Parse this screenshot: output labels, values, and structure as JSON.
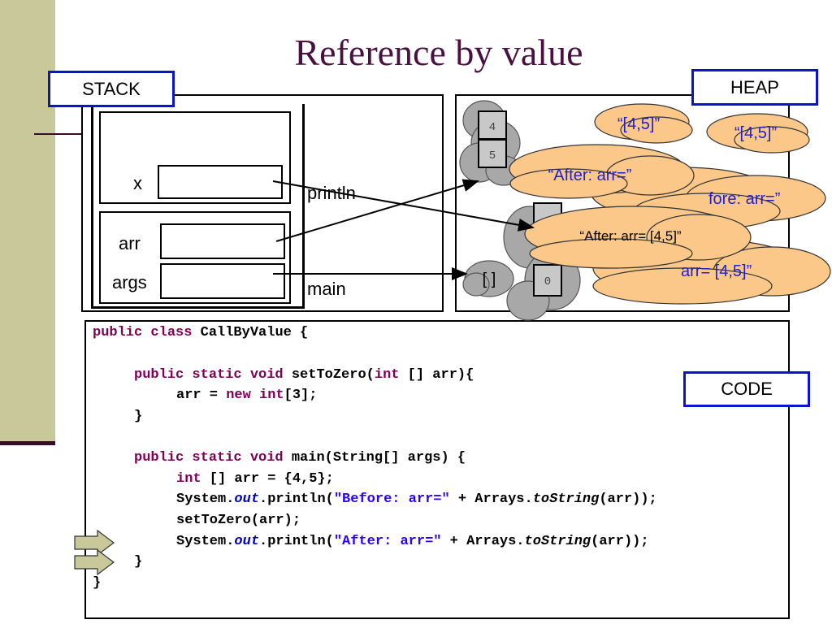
{
  "title": "Reference by value",
  "labels": {
    "stack": "STACK",
    "heap": "HEAP",
    "code": "CODE"
  },
  "stack": {
    "frame_top": {
      "name": "println",
      "var": "x"
    },
    "frame_bottom": {
      "name": "main",
      "vars": [
        "arr",
        "args"
      ]
    }
  },
  "heap": {
    "array_4_5": [
      "4",
      "5"
    ],
    "array_zero": [
      "0"
    ],
    "empty_array": "[ ]",
    "clouds": {
      "c1": "“[4,5]”",
      "c2": "“[4,5]”",
      "c3": "“After: arr=”",
      "c4": "“Before: arr=”",
      "c4_visible": "fore: arr=”",
      "c5": "“After: arr= [4,5]”",
      "c6_visible": "arr= [4,5]”"
    }
  },
  "code": {
    "lines": [
      "public class CallByValue {",
      "",
      "public static void setToZero(int [] arr){",
      "arr = new int[3];",
      "}",
      "",
      "public static void main(String[] args) {",
      "int [] arr = {4,5};",
      "System.out.println(\"Before: arr=\" + Arrays.toString(arr));",
      "setToZero(arr);",
      "System.out.println(\"After: arr=\" + Arrays.toString(arr));",
      "}",
      "}"
    ]
  },
  "colors": {
    "cloud": "#fcc88a",
    "gray_cloud": "#a8a8a8",
    "label_border": "#0d13c8",
    "title": "#4a1040",
    "band": "#c8c89a"
  }
}
